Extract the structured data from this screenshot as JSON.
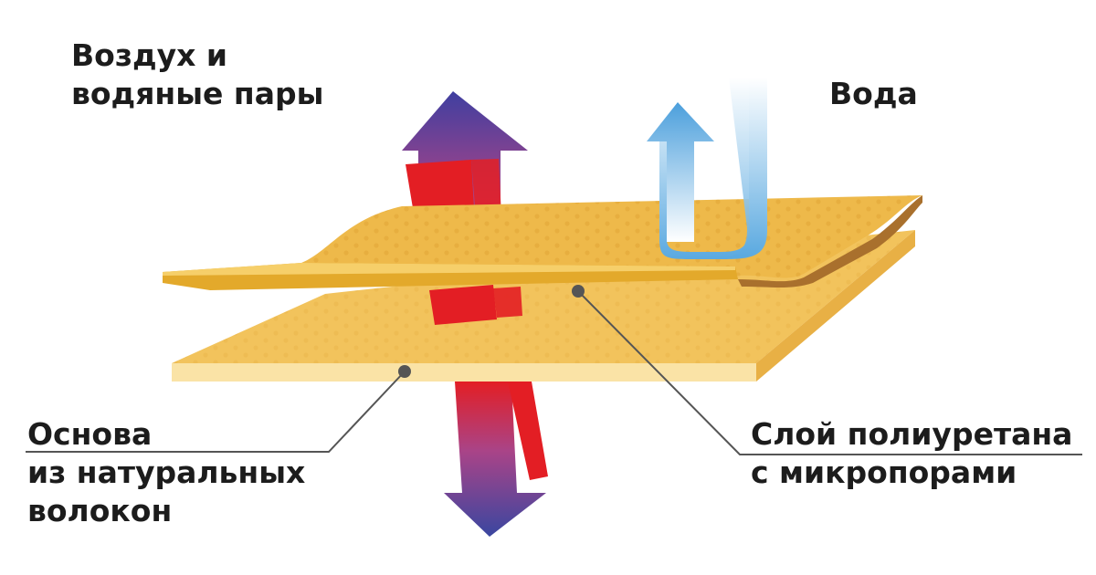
{
  "labels": {
    "air_vapor": [
      "Воздух и",
      "водяные пары"
    ],
    "water": "Вода",
    "base": [
      "Основа",
      "из натуральных",
      "волокон"
    ],
    "polyurethane": [
      "Слой полиуретана",
      "с микропорами"
    ]
  },
  "colors": {
    "text": "#1c1c1c",
    "bottom_layer": "#f2c35c",
    "bottom_edge": "#fae3a6",
    "top_layer": "#eeb94a",
    "top_edge": "#e3a92b",
    "fold_shadow": "#a9702d",
    "red_arrow": "#e31e24",
    "violet_arrow": "#4a3f97",
    "water_arrow": "#5aa9e0",
    "leader_line": "#555555"
  }
}
